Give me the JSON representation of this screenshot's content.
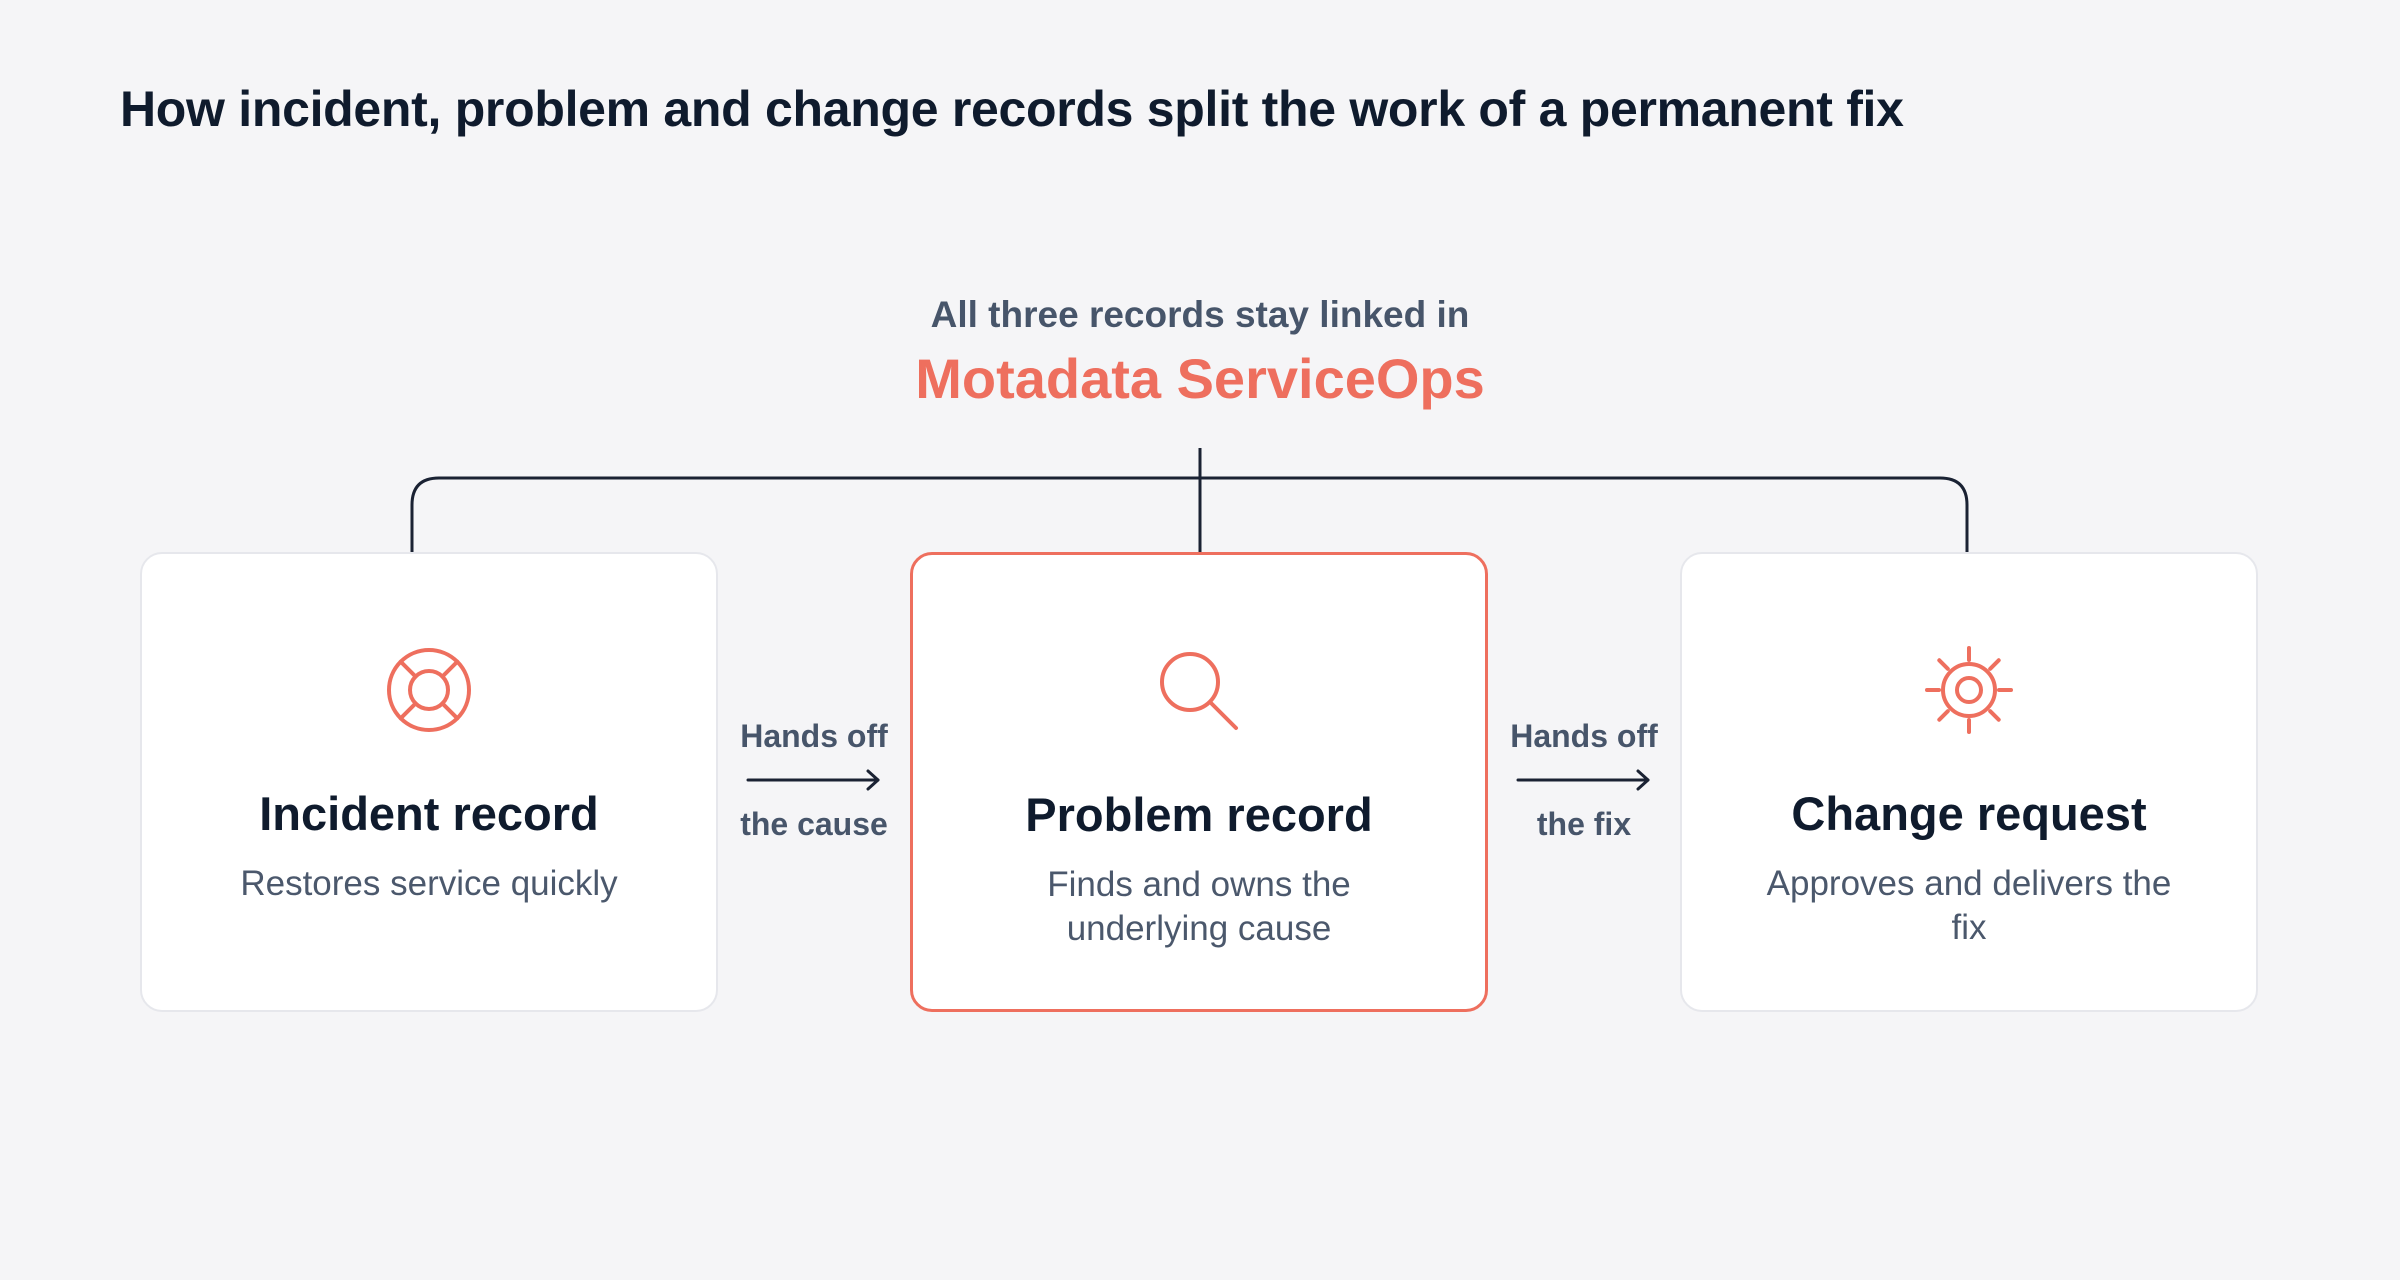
{
  "title": "How incident, problem and change records split the work of a permanent fix",
  "hub": {
    "subtitle": "All three records stay linked in",
    "brand": "Motadata ServiceOps"
  },
  "colors": {
    "accent": "#ee6f5e",
    "text": "#0f1b2d",
    "muted": "#4b586c",
    "background": "#f5f5f7"
  },
  "cards": [
    {
      "icon": "lifebuoy-icon",
      "name": "Incident record",
      "description": "Restores service quickly",
      "highlighted": false
    },
    {
      "icon": "magnifier-icon",
      "name": "Problem record",
      "description": "Finds and owns the underlying cause",
      "highlighted": true
    },
    {
      "icon": "gear-icon",
      "name": "Change request",
      "description": "Approves and delivers the fix",
      "highlighted": false
    }
  ],
  "handoffs": [
    {
      "line1": "Hands off",
      "line2": "the cause"
    },
    {
      "line1": "Hands off",
      "line2": "the fix"
    }
  ]
}
